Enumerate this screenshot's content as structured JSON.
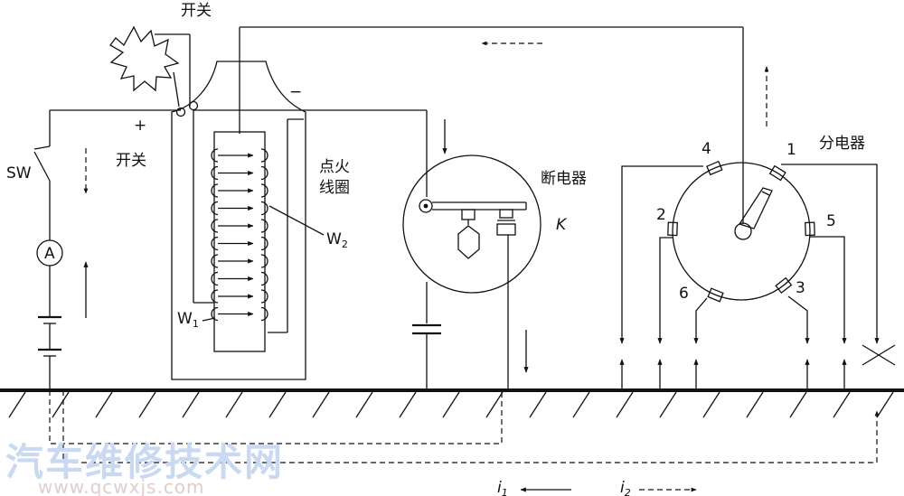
{
  "labels": {
    "switch_top": "开关",
    "switch_left": "开关",
    "sw": "SW",
    "ammeter": "A",
    "plus": "+",
    "minus": "−",
    "coil": "点火\n线圈",
    "w2": "W",
    "w2_sub": "2",
    "w1": "W",
    "w1_sub": "1",
    "breaker": "断电器",
    "k": "K",
    "distributor": "分电器",
    "i1": "i",
    "i1_sub": "1",
    "i2": "i",
    "i2_sub": "2"
  },
  "terminals": [
    "1",
    "2",
    "3",
    "4",
    "5",
    "6"
  ],
  "watermark": {
    "text": "汽车维修技术网",
    "url": "www.qcwxjs.com"
  }
}
